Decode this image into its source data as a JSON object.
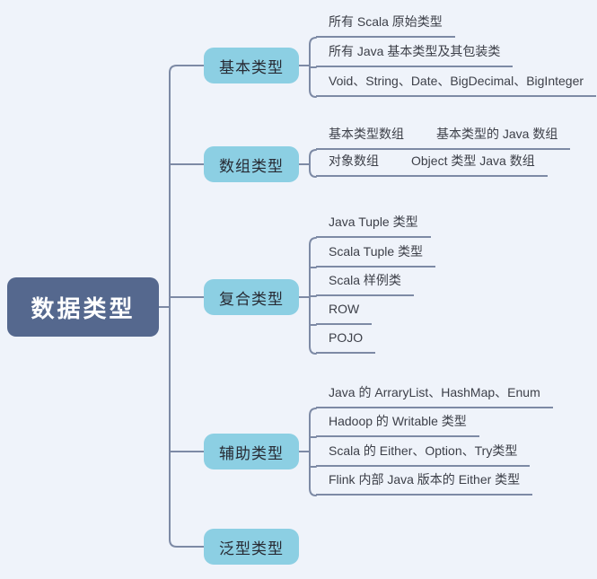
{
  "colors": {
    "background": "#eff3fa",
    "root_fill": "#55688e",
    "root_text": "#ffffff",
    "branch_fill": "#8ccfe3",
    "branch_text": "#272a33",
    "leaf_text": "#3c3f48",
    "line": "#7d8aa5"
  },
  "root": {
    "label": "数据类型"
  },
  "branches": [
    {
      "label": "基本类型",
      "children": [
        {
          "text": "所有 Scala 原始类型"
        },
        {
          "text": "所有 Java 基本类型及其包装类"
        },
        {
          "text": "Void、String、Date、BigDecimal、BigInteger"
        }
      ]
    },
    {
      "label": "数组类型",
      "children": [
        {
          "text": "基本类型数组",
          "note": "基本类型的 Java 数组"
        },
        {
          "text": "对象数组",
          "note": "Object 类型 Java 数组"
        }
      ]
    },
    {
      "label": "复合类型",
      "children": [
        {
          "text": "Java Tuple 类型"
        },
        {
          "text": "Scala Tuple 类型"
        },
        {
          "text": "Scala 样例类"
        },
        {
          "text": "ROW"
        },
        {
          "text": "POJO"
        }
      ]
    },
    {
      "label": "辅助类型",
      "children": [
        {
          "text": "Java 的 ArraryList、HashMap、Enum"
        },
        {
          "text": "Hadoop 的 Writable 类型"
        },
        {
          "text": "Scala 的 Either、Option、Try类型"
        },
        {
          "text": "Flink 内部 Java 版本的 Either 类型"
        }
      ]
    },
    {
      "label": "泛型类型",
      "children": []
    }
  ]
}
